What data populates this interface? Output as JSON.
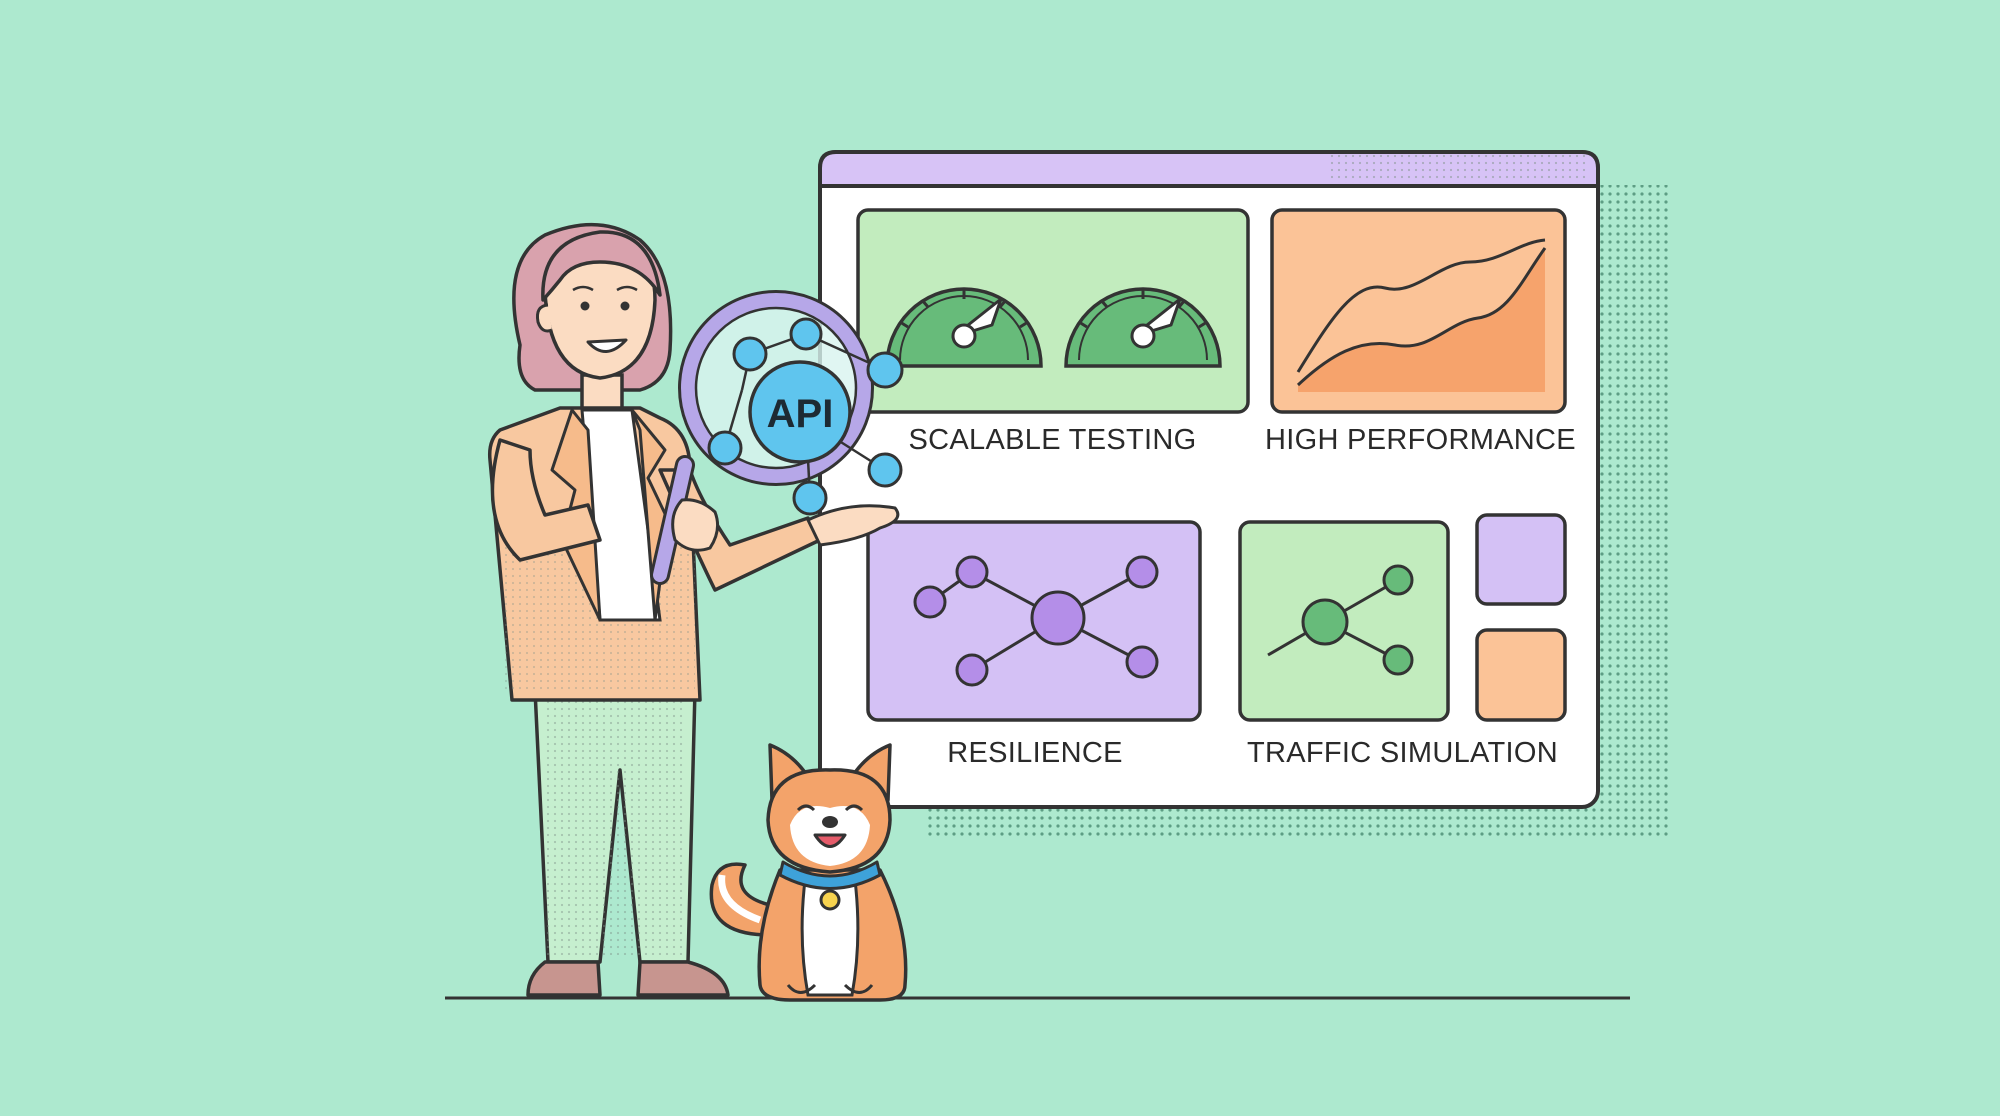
{
  "illustration": {
    "magnifier_label": "API",
    "panels": {
      "scalable_testing": "SCALABLE TESTING",
      "high_performance": "HIGH PERFORMANCE",
      "resilience": "RESILIENCE",
      "traffic_simulation": "TRAFFIC SIMULATION"
    }
  },
  "colors": {
    "background": "#ade9cf",
    "window_header": "#d7c3f6",
    "green_tile": "#c2ecbe",
    "orange_tile": "#fbc397",
    "purple_tile": "#d4c1f5",
    "node_blue": "#5fc5ee",
    "outline": "#333333"
  },
  "icons": [
    "magnifier-icon",
    "gauge-icon",
    "line-chart-icon",
    "network-icon",
    "dog-icon"
  ]
}
